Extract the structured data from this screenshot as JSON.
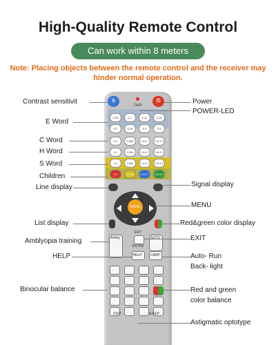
{
  "header": {
    "title": "High-Quality Remote Control",
    "badge": "Can work within 8 meters",
    "note": "Note: Placing objects between the remote control and the receiver may hinder normal operation.",
    "badge_color": "#4a8a5a",
    "note_color": "#e06a1a"
  },
  "callouts_left": [
    "Contrast sensitivit",
    "E Word",
    "C Word",
    "H Word",
    "S Word",
    "Children",
    "Line display",
    "List display",
    "Amblyopia training",
    "HELP",
    "Binocular balance"
  ],
  "callouts_right": [
    "Power",
    "POWER-LED",
    "Signal display",
    "MENU",
    "Red&green color display",
    "EXIT",
    "Auto- Run",
    "Back- light",
    "Red and green",
    "color balance",
    "Astigmatic optotype"
  ],
  "remote": {
    "top_label": "DISP",
    "exit_label": "EXIT",
    "enter_label": "ENTER",
    "help_label": "HELP",
    "auto_label": "AUTO",
    "lamp_label": "LAMP",
    "amblyopia_label": "Ambly",
    "disp_label": "DISP",
    "sleep_label": "SLEEP",
    "ok_label": "MENU",
    "rows": [
      [
        "0.05",
        "0.1",
        "0.12",
        "0.15"
      ],
      [
        "0.2",
        "0.25",
        "0.3",
        "0.4"
      ],
      [
        "0.1",
        "0.264",
        "0.4-0.7",
        "0.8-1.5"
      ],
      [
        "0.1",
        "0.264",
        "0.4-0.7",
        "0.8-1.5"
      ],
      [
        "0.1",
        "0.264",
        "0.4-0.7",
        "0.8-1.5"
      ],
      [
        "0.1",
        "0.264",
        "0.4-0.7",
        "0.8-1.0"
      ]
    ]
  }
}
